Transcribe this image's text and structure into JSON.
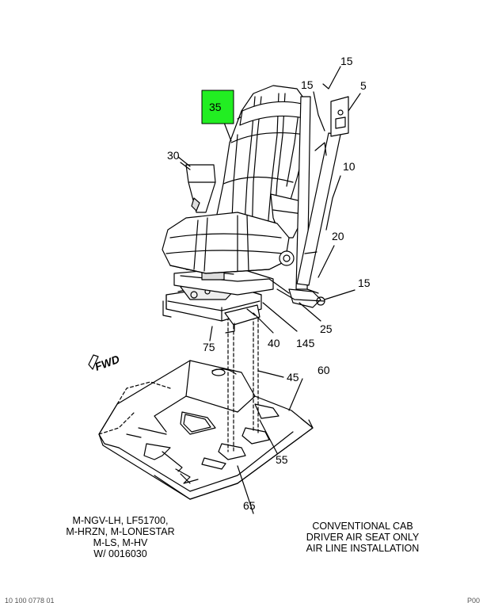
{
  "colors": {
    "highlight": "#22ee22",
    "line": "#000000",
    "seat_fill": "#ffffff",
    "shade": "#e6e6e6"
  },
  "callouts": {
    "c15a": "15",
    "c15b": "15",
    "c5": "5",
    "c35": "35",
    "c30": "30",
    "c10": "10",
    "c20": "20",
    "c15c": "15",
    "c25": "25",
    "c75": "75",
    "c40": "40",
    "c145": "145",
    "c45": "45",
    "c60": "60",
    "c55": "55",
    "c65": "65"
  },
  "fwd_label": "FWD",
  "captions": {
    "left": [
      "M-NGV-LH, LF51700,",
      "M-HRZN, M-LONESTAR",
      "M-LS, M-HV",
      "W/ 0016030"
    ],
    "right": [
      "CONVENTIONAL CAB",
      "DRIVER AIR SEAT ONLY",
      "AIR LINE INSTALLATION"
    ]
  },
  "footer": {
    "left": "10 100 0778 01",
    "right": "P00"
  }
}
